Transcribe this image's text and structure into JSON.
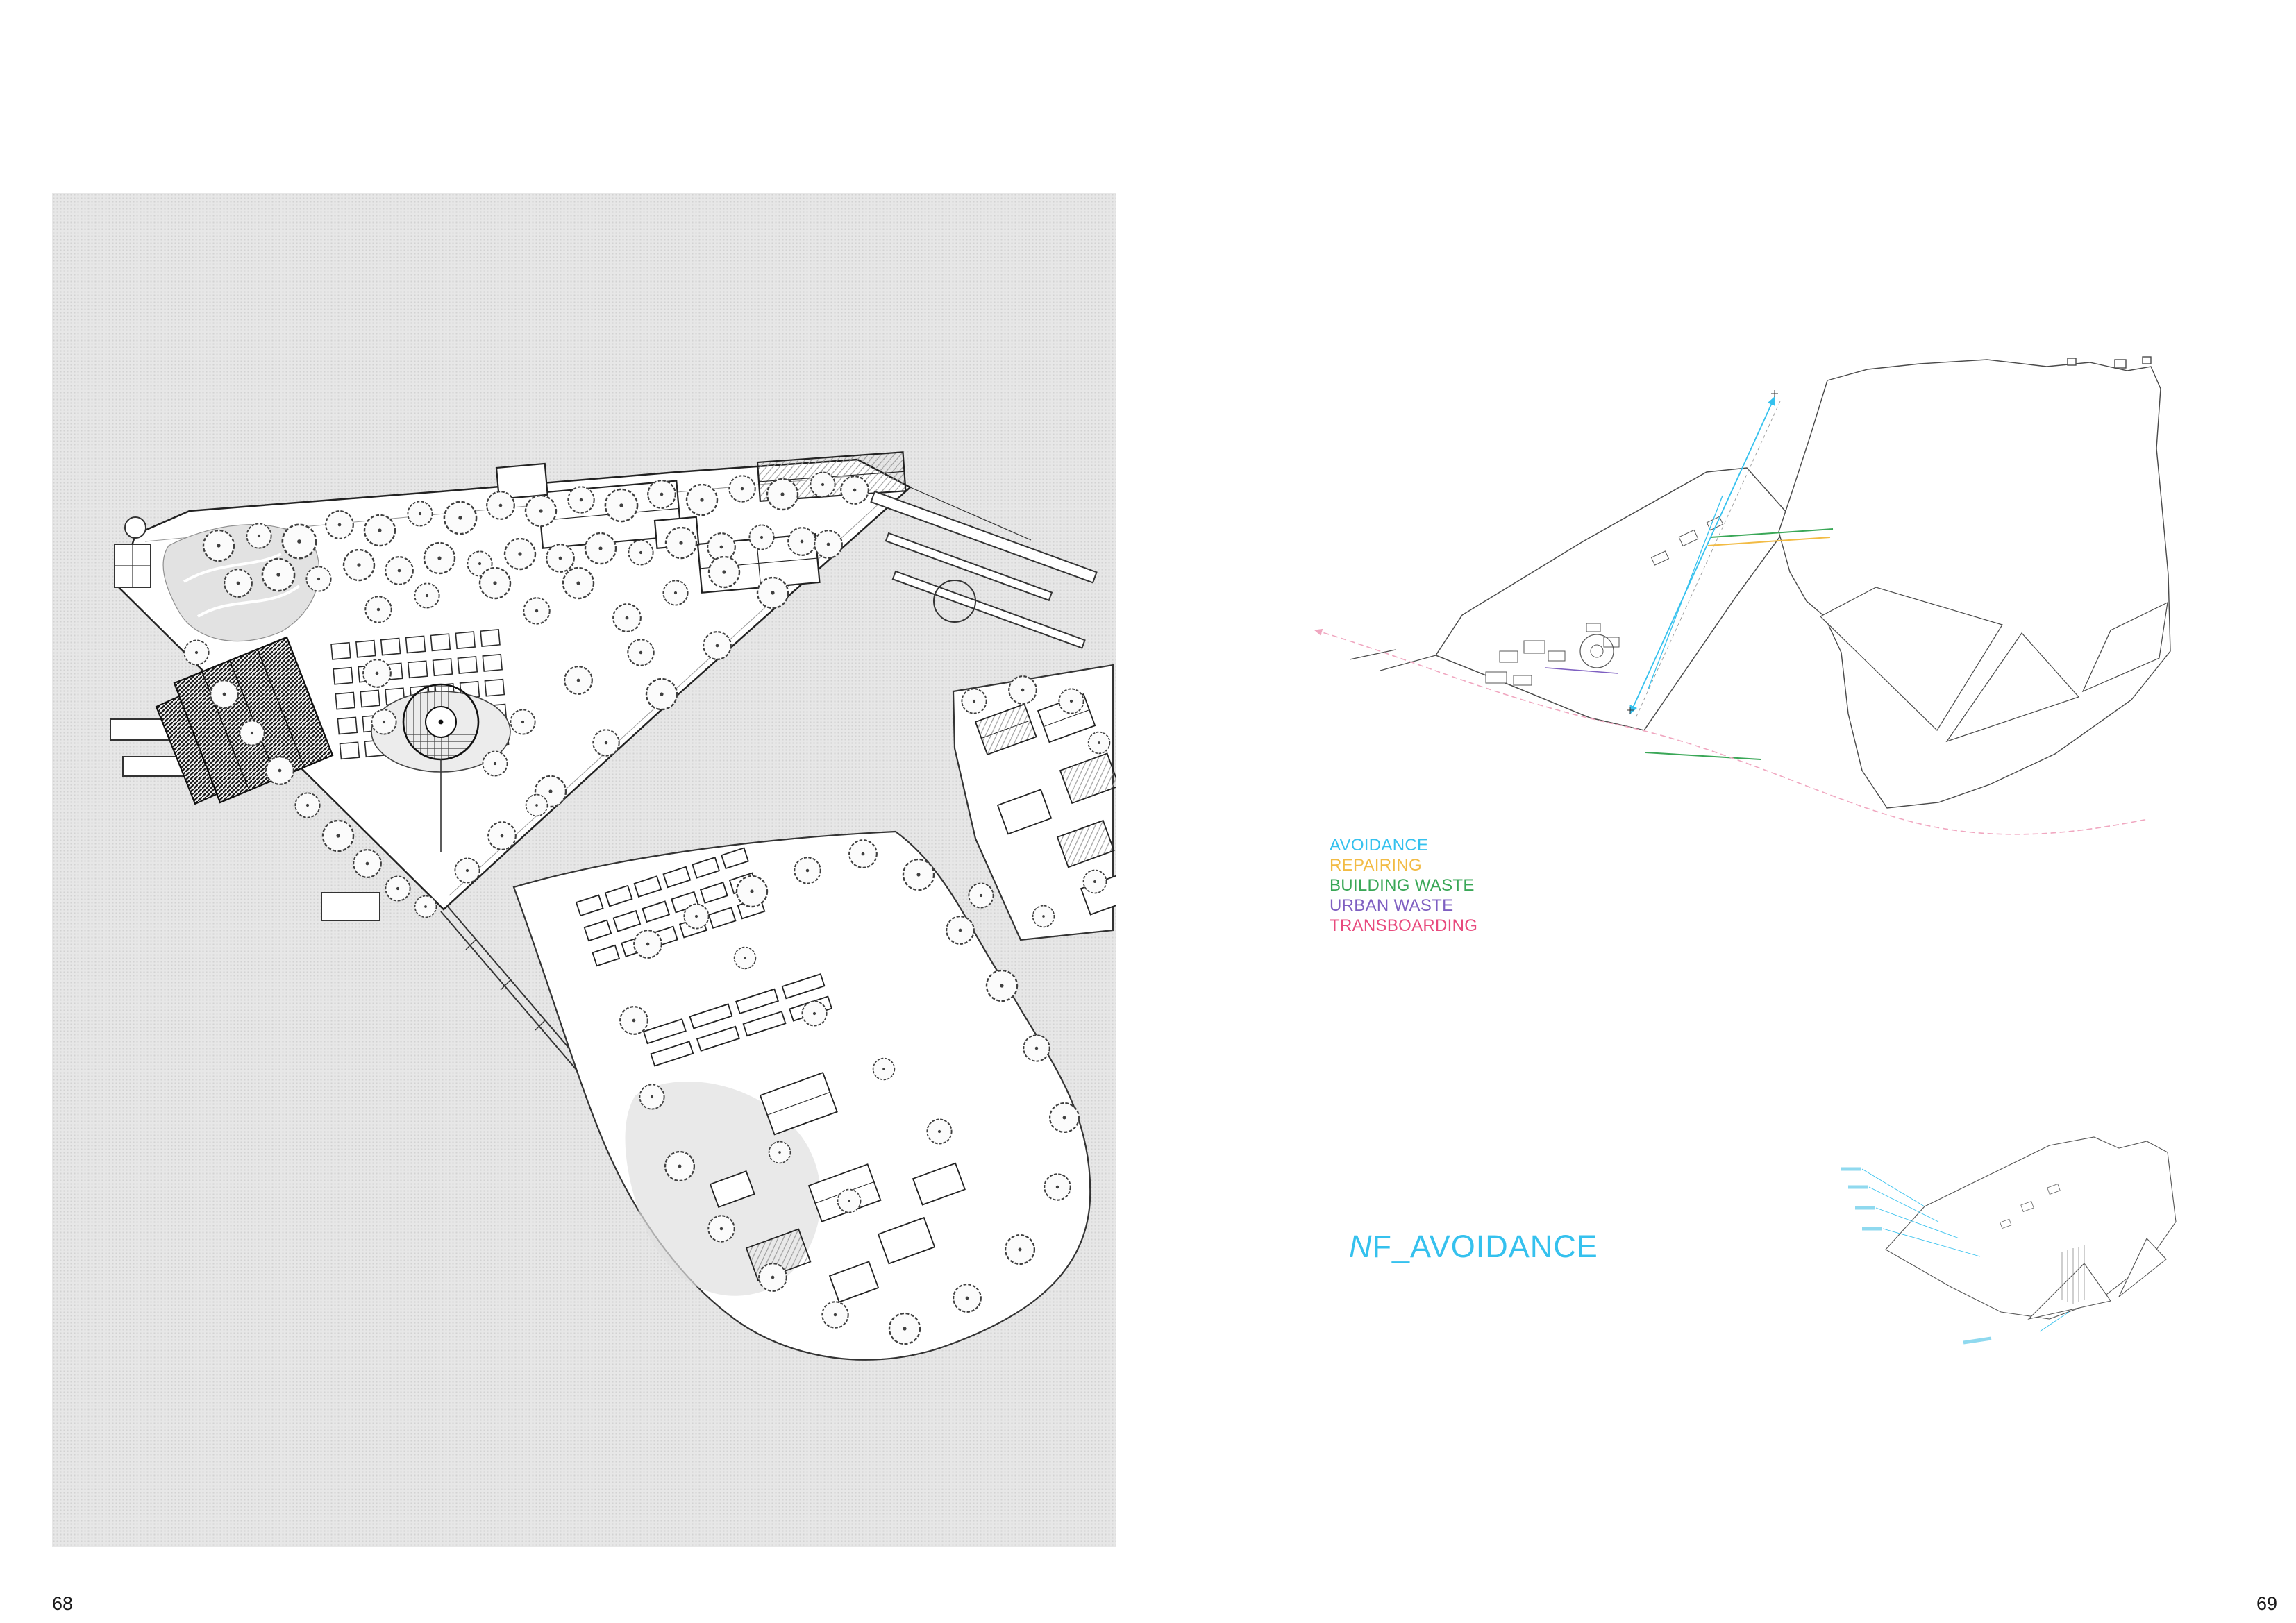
{
  "pages": {
    "left_number": "68",
    "right_number": "69"
  },
  "legend": {
    "items": [
      {
        "label": "AVOIDANCE",
        "color": "#35c1ee"
      },
      {
        "label": "REPAIRING",
        "color": "#f2bb44"
      },
      {
        "label": "BUILDING WASTE",
        "color": "#3aa757"
      },
      {
        "label": "URBAN WASTE",
        "color": "#7e5fc1"
      },
      {
        "label": "TRANSBOARDING",
        "color": "#e84a7d"
      }
    ]
  },
  "caption": {
    "italic_part": "N",
    "rest": "F_AVOIDANCE",
    "color": "#35c1ee"
  }
}
